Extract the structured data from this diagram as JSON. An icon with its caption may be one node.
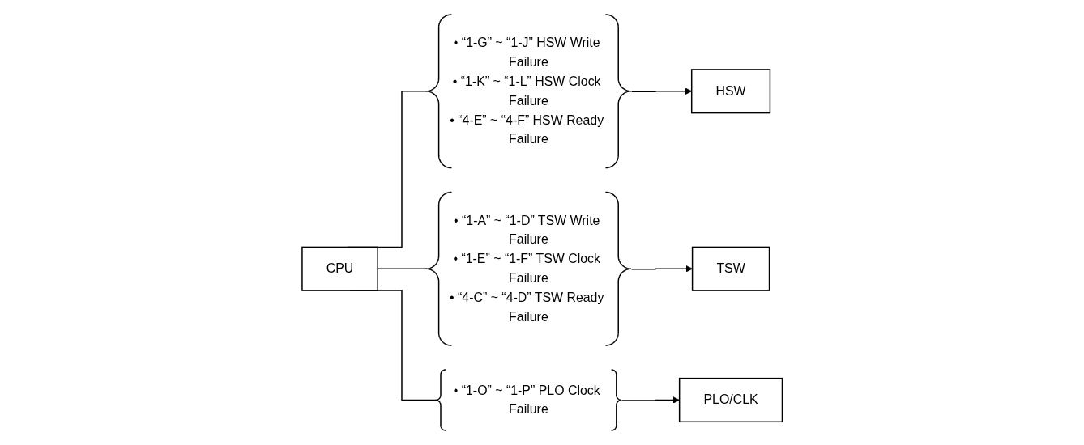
{
  "diagram": {
    "nodes": [
      {
        "text": [
          "CPU"
        ]
      },
      {
        "text": [
          "• “1-G” ~ “1-J” HSW Write Failure",
          "• “1-K” ~ “1-L” HSW Clock Failure",
          "• “4-E” ~ “4-F” HSW Ready Failure"
        ]
      },
      {
        "text": [
          "• “1-A” ~ “1-D” TSW Write Failure",
          "• “1-E” ~ “1-F” TSW Clock Failure",
          "• “4-C” ~ “4-D” TSW Ready Failure"
        ]
      },
      {
        "text": [
          "• “1-O” ~ “1-P” PLO Clock Failure"
        ]
      },
      {
        "text": [
          "HSW"
        ]
      },
      {
        "text": [
          "TSW"
        ]
      },
      {
        "text": [
          "PLO/CLK"
        ]
      }
    ],
    "edges": [
      {
        "from": 0,
        "to": 1,
        "arrow": "none"
      },
      {
        "from": 0,
        "to": 2,
        "arrow": "none"
      },
      {
        "from": 0,
        "to": 3,
        "arrow": "none"
      },
      {
        "from": 1,
        "to": 4,
        "arrow": "to"
      },
      {
        "from": 2,
        "to": 5,
        "arrow": "to"
      },
      {
        "from": 3,
        "to": 6,
        "arrow": "to"
      }
    ]
  }
}
